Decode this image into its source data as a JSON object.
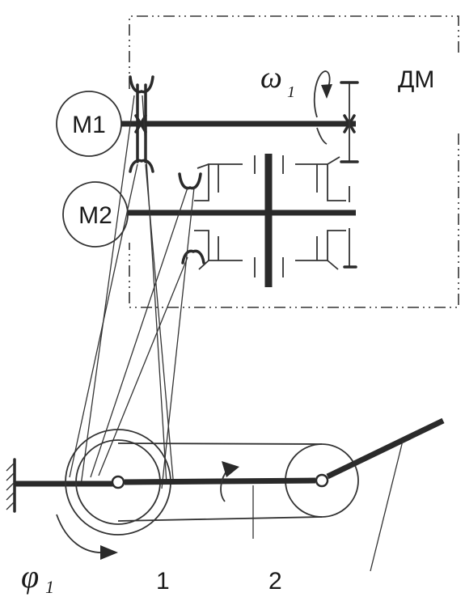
{
  "diagram": {
    "labels": {
      "dm": "ДМ",
      "omega": "ω",
      "omega_sub": "1",
      "phi": "φ",
      "phi_sub": "1",
      "motor1": "M1",
      "motor2": "M2",
      "link1": "1",
      "link2": "2"
    },
    "colors": {
      "ink": "#2a2a2a",
      "background": "#ffffff"
    }
  }
}
